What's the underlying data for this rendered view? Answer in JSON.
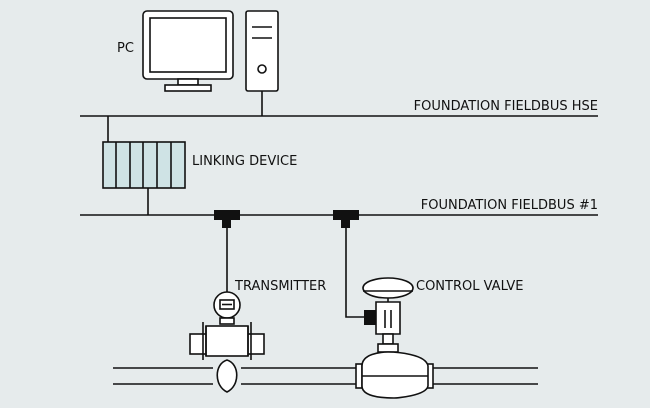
{
  "labels": {
    "pc": "PC",
    "hse_bus": "FOUNDATION FIELDBUS HSE",
    "linking_device": "LINKING DEVICE",
    "fieldbus_1": "FOUNDATION FIELDBUS #1",
    "transmitter": "TRANSMITTER",
    "control_valve": "CONTROL VALVE"
  },
  "colors": {
    "background": "#e6ebec",
    "stroke": "#111111",
    "linking_device_fill": "#cfe3e5"
  }
}
